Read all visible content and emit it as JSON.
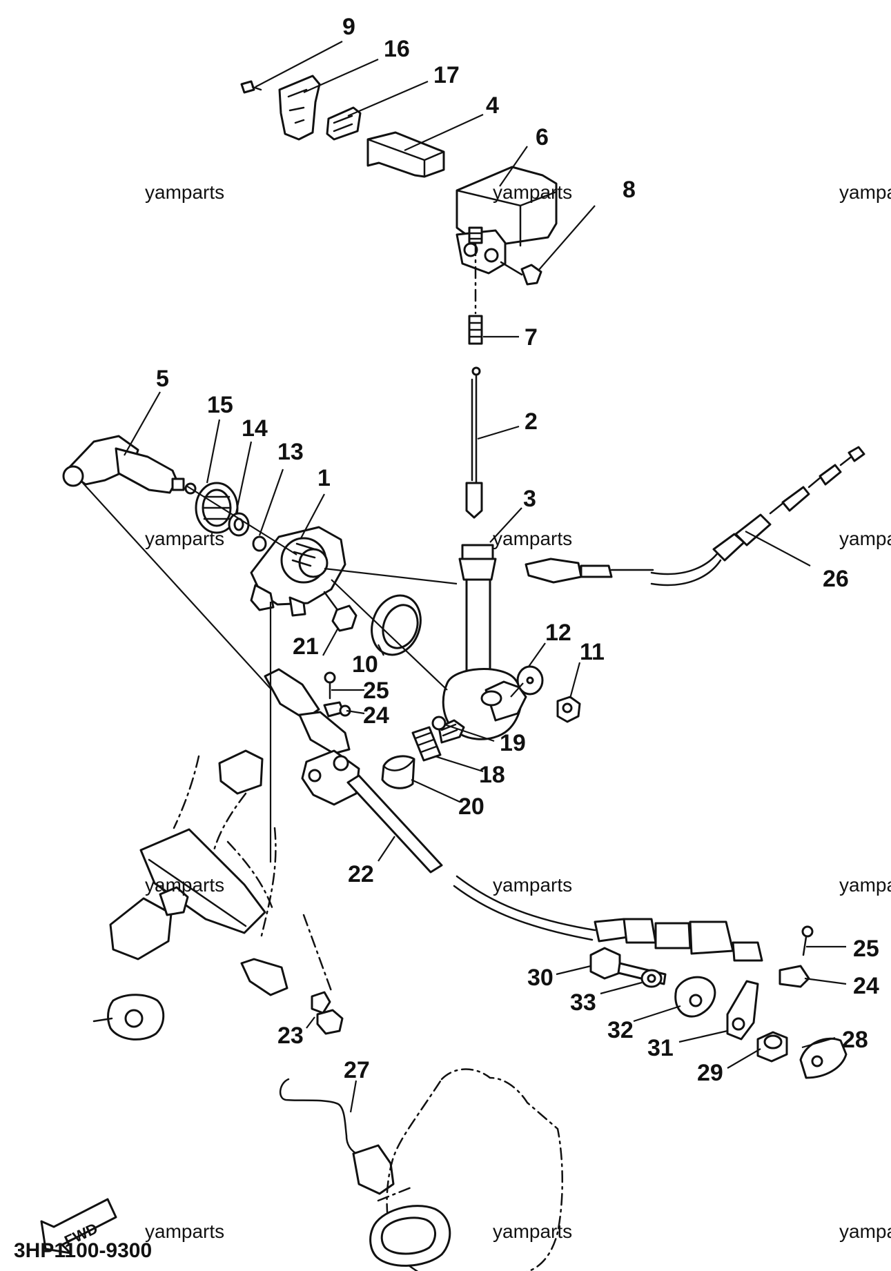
{
  "diagram_code": "3HP1100-9300",
  "fwd_label": "FWD",
  "watermark_text": "yamparts",
  "callouts": {
    "c9": "9",
    "c16": "16",
    "c17": "17",
    "c4": "4",
    "c6": "6",
    "c8": "8",
    "c7": "7",
    "c2": "2",
    "c5": "5",
    "c15": "15",
    "c14": "14",
    "c13": "13",
    "c1": "1",
    "c3": "3",
    "c26": "26",
    "c21": "21",
    "c10": "10",
    "c12": "12",
    "c11": "11",
    "c25a": "25",
    "c24a": "24",
    "c19": "19",
    "c18": "18",
    "c20": "20",
    "c22": "22",
    "c25b": "25",
    "c24b": "24",
    "c30": "30",
    "c33": "33",
    "c32": "32",
    "c31": "31",
    "c28": "28",
    "c29": "29",
    "c23": "23",
    "c27": "27"
  }
}
